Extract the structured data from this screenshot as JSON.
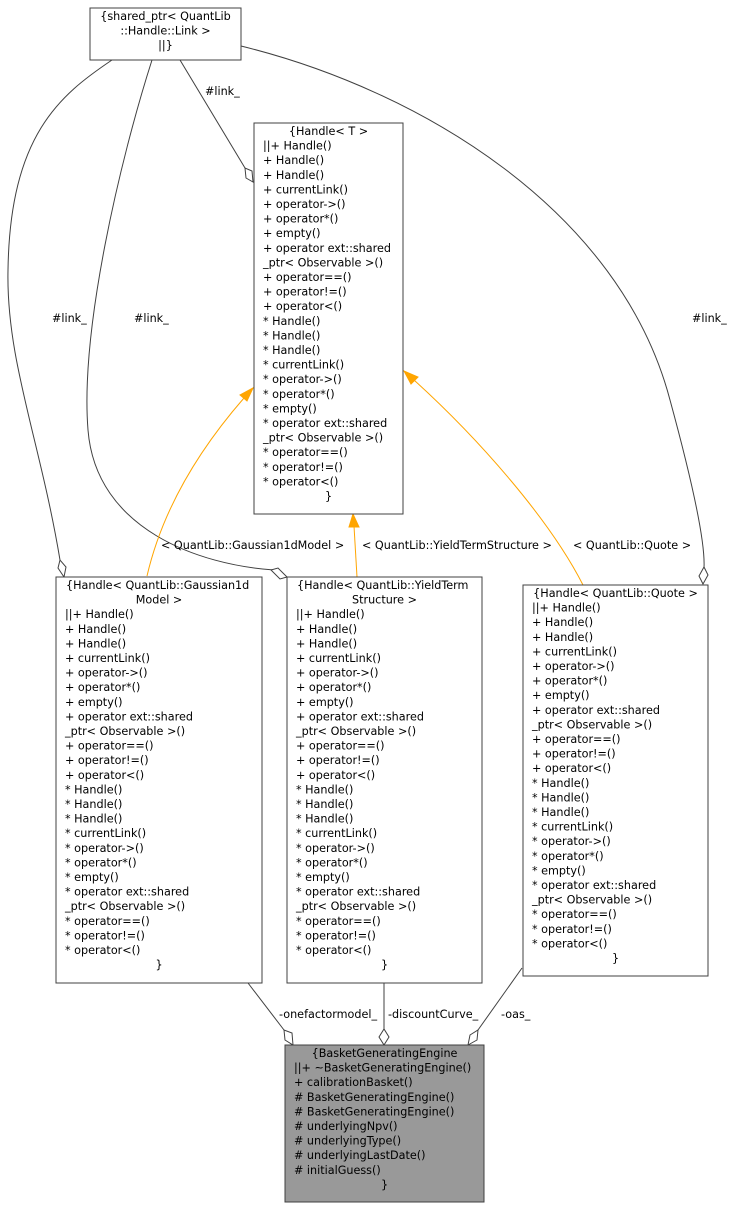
{
  "diagram": {
    "nodes": {
      "shared_ptr_link": {
        "lines": [
          "{shared_ptr< QuantLib",
          "::Handle::Link >",
          "||}"
        ],
        "fill": "#ffffff"
      },
      "handle_t": {
        "lines": [
          "{Handle< T >",
          "||+ Handle()",
          "+ Handle()",
          "+ Handle()",
          "+ currentLink()",
          "+ operator->()",
          "+ operator*()",
          "+ empty()",
          "+ operator ext::shared",
          "_ptr< Observable >()",
          "+ operator==()",
          "+ operator!=()",
          "+ operator<()",
          "* Handle()",
          "* Handle()",
          "* Handle()",
          "* currentLink()",
          "* operator->()",
          "* operator*()",
          "* empty()",
          "* operator ext::shared",
          "_ptr< Observable >()",
          "* operator==()",
          "* operator!=()",
          "* operator<()",
          "}"
        ],
        "fill": "#ffffff"
      },
      "handle_gaussian": {
        "lines": [
          "{Handle< QuantLib::Gaussian1d",
          "Model >",
          "||+ Handle()",
          "+ Handle()",
          "+ Handle()",
          "+ currentLink()",
          "+ operator->()",
          "+ operator*()",
          "+ empty()",
          "+ operator ext::shared",
          "_ptr< Observable >()",
          "+ operator==()",
          "+ operator!=()",
          "+ operator<()",
          "* Handle()",
          "* Handle()",
          "* Handle()",
          "* currentLink()",
          "* operator->()",
          "* operator*()",
          "* empty()",
          "* operator ext::shared",
          "_ptr< Observable >()",
          "* operator==()",
          "* operator!=()",
          "* operator<()",
          "}"
        ],
        "fill": "#ffffff"
      },
      "handle_yts": {
        "lines": [
          "{Handle< QuantLib::YieldTerm",
          "Structure >",
          "||+ Handle()",
          "+ Handle()",
          "+ Handle()",
          "+ currentLink()",
          "+ operator->()",
          "+ operator*()",
          "+ empty()",
          "+ operator ext::shared",
          "_ptr< Observable >()",
          "+ operator==()",
          "+ operator!=()",
          "+ operator<()",
          "* Handle()",
          "* Handle()",
          "* Handle()",
          "* currentLink()",
          "* operator->()",
          "* operator*()",
          "* empty()",
          "* operator ext::shared",
          "_ptr< Observable >()",
          "* operator==()",
          "* operator!=()",
          "* operator<()",
          "}"
        ],
        "fill": "#ffffff"
      },
      "handle_quote": {
        "lines": [
          "{Handle< QuantLib::Quote >",
          "||+ Handle()",
          "+ Handle()",
          "+ Handle()",
          "+ currentLink()",
          "+ operator->()",
          "+ operator*()",
          "+ empty()",
          "+ operator ext::shared",
          "_ptr< Observable >()",
          "+ operator==()",
          "+ operator!=()",
          "+ operator<()",
          "* Handle()",
          "* Handle()",
          "* Handle()",
          "* currentLink()",
          "* operator->()",
          "* operator*()",
          "* empty()",
          "* operator ext::shared",
          "_ptr< Observable >()",
          "* operator==()",
          "* operator!=()",
          "* operator<()",
          "}"
        ],
        "fill": "#ffffff"
      },
      "basket_engine": {
        "lines": [
          "{BasketGeneratingEngine",
          "||+ ~BasketGeneratingEngine()",
          "+ calibrationBasket()",
          "# BasketGeneratingEngine()",
          "# BasketGeneratingEngine()",
          "# underlyingNpv()",
          "# underlyingType()",
          "# underlyingLastDate()",
          "# initialGuess()",
          "}"
        ],
        "fill": "#999999"
      }
    },
    "edge_labels": {
      "link_to_handle_t": "#link_",
      "link_to_gaussian": "#link_",
      "link_to_yts": "#link_",
      "link_to_quote": "#link_",
      "inherit_gaussian": "< QuantLib::Gaussian1dModel >",
      "inherit_yts": "< QuantLib::YieldTermStructure >",
      "inherit_quote": "< QuantLib::Quote >",
      "onefactormodel": "-onefactormodel_",
      "discountcurve": "-discountCurve_",
      "oas": "-oas_"
    },
    "colors": {
      "node_border": "#404040",
      "edge_association": "#404040",
      "edge_inheritance": "#ffa500",
      "main_node_fill": "#999999",
      "node_fill": "#ffffff"
    }
  }
}
